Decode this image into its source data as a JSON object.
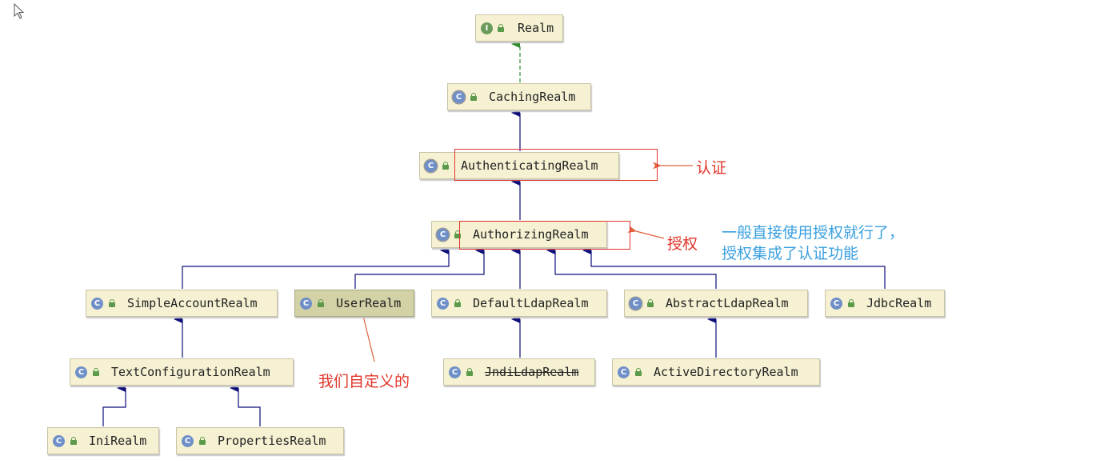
{
  "diagram": {
    "nodes": {
      "realm": {
        "label": "Realm",
        "kind": "interface",
        "icon": "I"
      },
      "caching": {
        "label": "CachingRealm",
        "kind": "abstract-class",
        "icon": "C"
      },
      "authenticating": {
        "label": "AuthenticatingRealm",
        "kind": "abstract-class",
        "icon": "C"
      },
      "authorizing": {
        "label": "AuthorizingRealm",
        "kind": "abstract-class",
        "icon": "C"
      },
      "simpleaccount": {
        "label": "SimpleAccountRealm",
        "kind": "class",
        "icon": "C"
      },
      "user": {
        "label": "UserRealm",
        "kind": "class",
        "icon": "C"
      },
      "defaultldap": {
        "label": "DefaultLdapRealm",
        "kind": "class",
        "icon": "C"
      },
      "abstractldap": {
        "label": "AbstractLdapRealm",
        "kind": "abstract-class",
        "icon": "C"
      },
      "jdbc": {
        "label": "JdbcRealm",
        "kind": "class",
        "icon": "C"
      },
      "textconfig": {
        "label": "TextConfigurationRealm",
        "kind": "class",
        "icon": "C"
      },
      "jndildap": {
        "label": "JndiLdapRealm",
        "kind": "class",
        "icon": "C",
        "deprecated": true
      },
      "activedirectory": {
        "label": "ActiveDirectoryRealm",
        "kind": "class",
        "icon": "C"
      },
      "ini": {
        "label": "IniRealm",
        "kind": "class",
        "icon": "C"
      },
      "properties": {
        "label": "PropertiesRealm",
        "kind": "class",
        "icon": "C"
      }
    },
    "edges": [
      {
        "from": "CachingRealm",
        "to": "Realm",
        "type": "implements"
      },
      {
        "from": "AuthenticatingRealm",
        "to": "CachingRealm",
        "type": "extends"
      },
      {
        "from": "AuthorizingRealm",
        "to": "AuthenticatingRealm",
        "type": "extends"
      },
      {
        "from": "SimpleAccountRealm",
        "to": "AuthorizingRealm",
        "type": "extends"
      },
      {
        "from": "UserRealm",
        "to": "AuthorizingRealm",
        "type": "extends"
      },
      {
        "from": "DefaultLdapRealm",
        "to": "AuthorizingRealm",
        "type": "extends"
      },
      {
        "from": "AbstractLdapRealm",
        "to": "AuthorizingRealm",
        "type": "extends"
      },
      {
        "from": "JdbcRealm",
        "to": "AuthorizingRealm",
        "type": "extends"
      },
      {
        "from": "TextConfigurationRealm",
        "to": "SimpleAccountRealm",
        "type": "extends"
      },
      {
        "from": "JndiLdapRealm",
        "to": "DefaultLdapRealm",
        "type": "extends"
      },
      {
        "from": "ActiveDirectoryRealm",
        "to": "AbstractLdapRealm",
        "type": "extends"
      },
      {
        "from": "IniRealm",
        "to": "TextConfigurationRealm",
        "type": "extends"
      },
      {
        "from": "PropertiesRealm",
        "to": "TextConfigurationRealm",
        "type": "extends"
      }
    ],
    "colors": {
      "node_fill": "#f5f1d2",
      "highlight_fill": "#d3d1a6",
      "extends_edge": "#0e0e7a",
      "implements_edge": "#2e8b2e",
      "annotation_red": "#e0352a",
      "annotation_blue": "#3aa0e0"
    }
  },
  "annotations": {
    "authentication": "认证",
    "authorization": "授权",
    "note_line1": "一般直接使用授权就行了，",
    "note_line2": "授权集成了认证功能",
    "custom": "我们自定义的"
  }
}
